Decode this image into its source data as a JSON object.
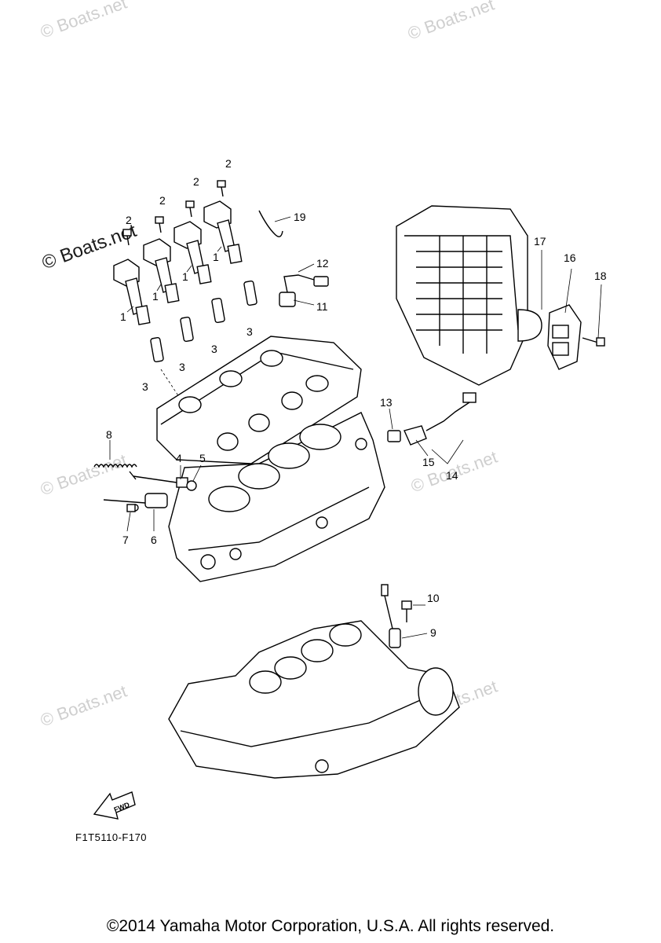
{
  "watermark": "© Boats.net",
  "callouts": {
    "c1a": "1",
    "c1b": "1",
    "c1c": "1",
    "c1d": "1",
    "c2a": "2",
    "c2b": "2",
    "c2c": "2",
    "c2d": "2",
    "c3a": "3",
    "c3b": "3",
    "c3c": "3",
    "c3d": "3",
    "c4": "4",
    "c5": "5",
    "c6": "6",
    "c7": "7",
    "c8": "8",
    "c9": "9",
    "c10": "10",
    "c11": "11",
    "c12": "12",
    "c13": "13",
    "c14": "14",
    "c15": "15",
    "c16": "16",
    "c17": "17",
    "c18": "18",
    "c19": "19"
  },
  "fwd_label": "FWD",
  "diagram_code": "F1T5110-F170",
  "copyright": "©2014 Yamaha Motor Corporation, U.S.A. All rights reserved."
}
